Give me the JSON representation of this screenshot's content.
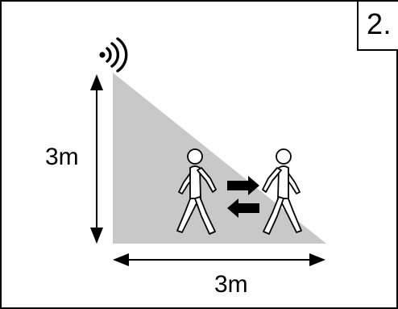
{
  "step": {
    "label": "2."
  },
  "dimensions": {
    "height_label": "3m",
    "width_label": "3m"
  },
  "colors": {
    "detection_zone": "#c8c8c8",
    "line": "#000000"
  },
  "icons": {
    "sensor": "wireless-signal-icon",
    "person": "walking-person-icon",
    "movement": "back-and-forth-arrows-icon"
  }
}
